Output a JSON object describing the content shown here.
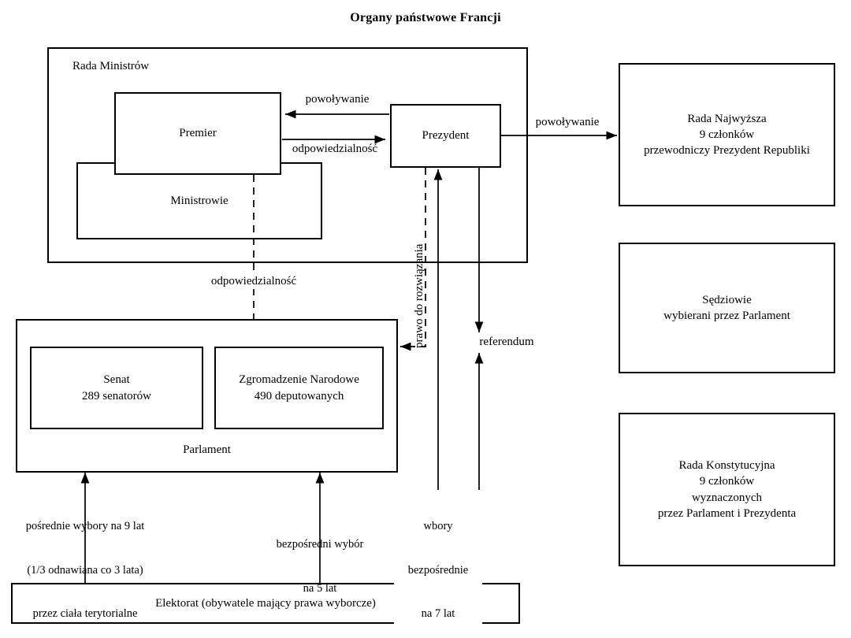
{
  "title": "Organy państwowe Francji",
  "boxes": {
    "council": {
      "label": "Rada Ministrów"
    },
    "premier": {
      "label": "Premier"
    },
    "ministers": {
      "label": "Ministrowie"
    },
    "president": {
      "label": "Prezydent"
    },
    "supreme_council": {
      "line1": "Rada Najwyższa",
      "line2": "9 członków",
      "line3": "przewodniczy Prezydent Republiki"
    },
    "judges": {
      "line1": "Sędziowie",
      "line2": "wybierani przez Parlament"
    },
    "constitutional_council": {
      "line1": "Rada Konstytucyjna",
      "line2": "9 członków",
      "line3": "wyznaczonych",
      "line4": "przez Parlament i Prezydenta"
    },
    "parliament": {
      "label": "Parlament"
    },
    "senate": {
      "line1": "Senat",
      "line2": "289 senatorów"
    },
    "national_assembly": {
      "line1": "Zgromadzenie Narodowe",
      "line2": "490 deputowanych"
    },
    "electorate": {
      "label": "Elektorat (obywatele mający prawa wyborcze)"
    }
  },
  "edges": {
    "appoint_premier": "powoływanie",
    "premier_responsibility": "odpowiedzialność",
    "appoint_supreme_council": "powoływanie",
    "government_responsibility": "odpowiedzialność",
    "dissolution_right": "prawo do rozwiązania",
    "referendum": "referendum",
    "senate_election": {
      "line1": "pośrednie wybory na 9 lat",
      "line2": "(1/3 odnawiana co 3 lata)",
      "line3": "przez ciała terytorialne"
    },
    "assembly_election": {
      "line1": "bezpośredni wybór",
      "line2": "na 5 lat"
    },
    "president_election": {
      "line1": "wbory",
      "line2": "bezpośrednie",
      "line3": "na 7 lat"
    }
  },
  "colors": {
    "ink": "#000000",
    "paper": "#ffffff"
  }
}
